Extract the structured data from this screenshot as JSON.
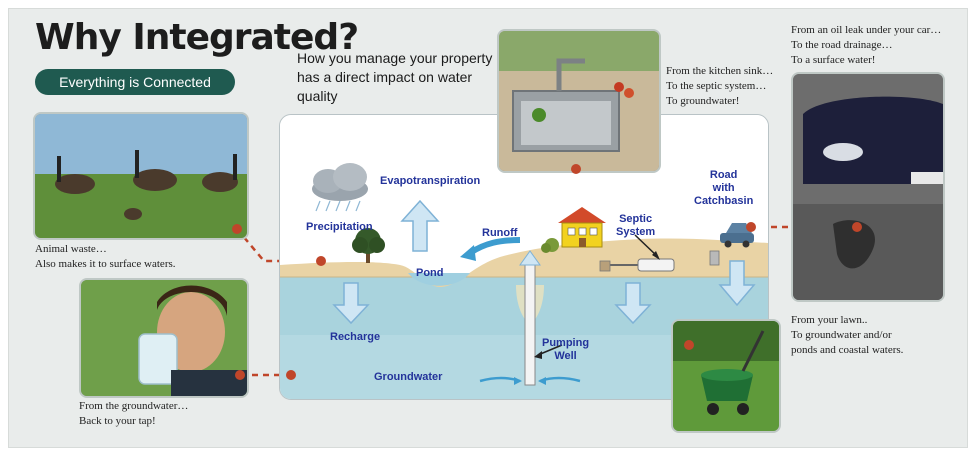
{
  "title": "Why Integrated?",
  "subtitle": "Everything is Connected",
  "intro": "How you manage your property has a direct impact on water quality",
  "labels": {
    "precipitation": "Precipitation",
    "evapotranspiration": "Evapotranspiration",
    "runoff": "Runoff",
    "septic_line1": "Septic",
    "septic_line2": "System",
    "road_line1": "Road",
    "road_line2": "with",
    "road_line3": "Catchbasin",
    "pond": "Pond",
    "recharge": "Recharge",
    "pumping_line1": "Pumping",
    "pumping_line2": "Well",
    "groundwater": "Groundwater"
  },
  "captions": {
    "animal": [
      "Animal waste…",
      "Also makes it to surface waters."
    ],
    "tap": [
      "From the groundwater…",
      "Back to your tap!"
    ],
    "kitchen": [
      "From the kitchen sink…",
      "To the septic system…",
      "To groundwater!"
    ],
    "car": [
      "From an oil leak under your car…",
      "To the road drainage…",
      "To a surface water!"
    ],
    "lawn": [
      "From your lawn..",
      "To groundwater and/or",
      "ponds and coastal waters."
    ]
  },
  "colors": {
    "accent": "#1f5a50",
    "label_blue": "#23339a",
    "connector": "#c0462a",
    "water": "#a9d3dd",
    "sky": "#ffffff",
    "ground": "#e9d3a5"
  }
}
